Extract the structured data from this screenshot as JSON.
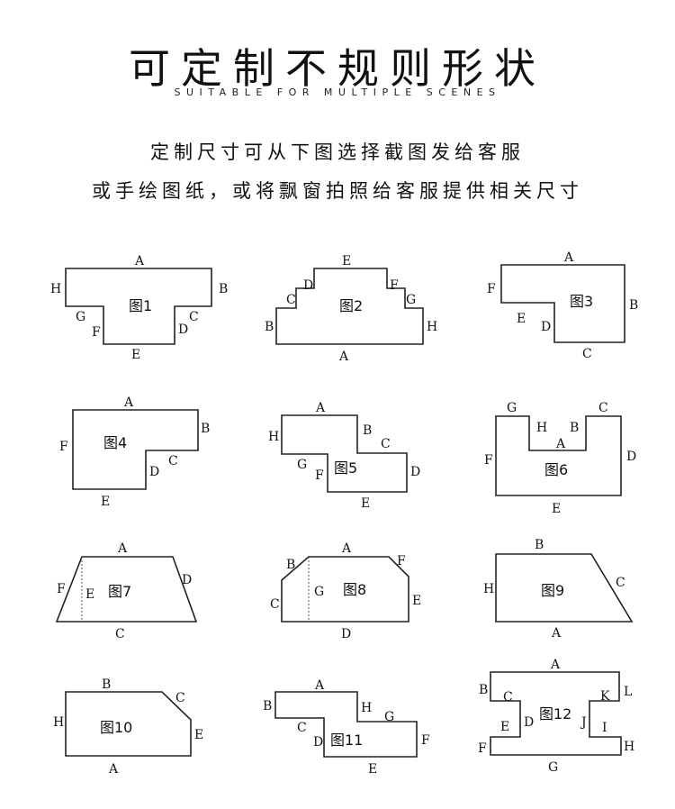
{
  "header": {
    "title": "可定制不规则形状",
    "subtitle": "SUITABLE FOR MULTIPLE SCENES"
  },
  "instructions": [
    "定制尺寸可从下图选择截图发给客服",
    "或手绘图纸，或将飘窗拍照给客服提供相关尺寸"
  ],
  "figures": [
    {
      "name": "图1",
      "labels": [
        "A",
        "B",
        "C",
        "D",
        "E",
        "F",
        "G",
        "H"
      ]
    },
    {
      "name": "图2",
      "labels": [
        "A",
        "B",
        "C",
        "D",
        "E",
        "F",
        "G",
        "H"
      ]
    },
    {
      "name": "图3",
      "labels": [
        "A",
        "B",
        "C",
        "D",
        "E",
        "F"
      ]
    },
    {
      "name": "图4",
      "labels": [
        "A",
        "B",
        "C",
        "D",
        "E",
        "F"
      ]
    },
    {
      "name": "图5",
      "labels": [
        "A",
        "B",
        "C",
        "D",
        "E",
        "F",
        "G",
        "H"
      ]
    },
    {
      "name": "图6",
      "labels": [
        "A",
        "B",
        "C",
        "D",
        "E",
        "F",
        "G",
        "H"
      ]
    },
    {
      "name": "图7",
      "labels": [
        "A",
        "C",
        "D",
        "E",
        "F"
      ]
    },
    {
      "name": "图8",
      "labels": [
        "A",
        "B",
        "C",
        "D",
        "E",
        "F",
        "G"
      ]
    },
    {
      "name": "图9",
      "labels": [
        "A",
        "B",
        "C",
        "H"
      ]
    },
    {
      "name": "图10",
      "labels": [
        "A",
        "B",
        "C",
        "E",
        "H"
      ]
    },
    {
      "name": "图11",
      "labels": [
        "A",
        "B",
        "C",
        "D",
        "E",
        "F",
        "G",
        "H"
      ]
    },
    {
      "name": "图12",
      "labels": [
        "A",
        "B",
        "C",
        "D",
        "E",
        "F",
        "G",
        "H",
        "I",
        "J",
        "K",
        "L"
      ]
    }
  ]
}
